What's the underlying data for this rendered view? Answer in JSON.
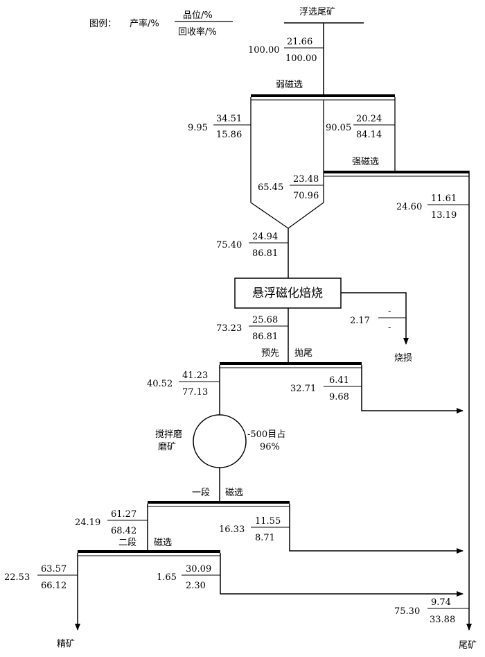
{
  "legend": {
    "prefix": "图例：",
    "yield": "产率/%",
    "grade": "品位/%",
    "recovery": "回收率/%"
  },
  "ops": {
    "feed": "浮选尾矿",
    "weak_mag": "弱磁选",
    "strong_mag": "强磁选",
    "roast": "悬浮磁化焙烧",
    "loss": "烧损",
    "pre_reject_1": "预先",
    "pre_reject_2": "抛尾",
    "grind_1": "搅拌磨",
    "grind_2": "磨矿",
    "fineness_1": "-500目占",
    "fineness_2": "96%",
    "stage1_a": "一段",
    "stage1_b": "磁选",
    "stage2_a": "二段",
    "stage2_b": "磁选",
    "concentrate": "精矿",
    "tailings": "尾矿"
  },
  "streams": {
    "feed": {
      "yield": "100.00",
      "grade": "21.66",
      "recovery": "100.00"
    },
    "weak_conc": {
      "yield": "9.95",
      "grade": "34.51",
      "recovery": "15.86"
    },
    "weak_tail": {
      "yield": "90.05",
      "grade": "20.24",
      "recovery": "84.14"
    },
    "strong_conc": {
      "yield": "65.45",
      "grade": "23.48",
      "recovery": "70.96"
    },
    "strong_tail": {
      "yield": "24.60",
      "grade": "11.61",
      "recovery": "13.19"
    },
    "combined": {
      "yield": "75.40",
      "grade": "24.94",
      "recovery": "86.81"
    },
    "roast_loss": {
      "yield": "2.17",
      "grade": "-",
      "recovery": "-"
    },
    "roast_prod": {
      "yield": "73.23",
      "grade": "25.68",
      "recovery": "86.81"
    },
    "pre_conc": {
      "yield": "40.52",
      "grade": "41.23",
      "recovery": "77.13"
    },
    "pre_tail": {
      "yield": "32.71",
      "grade": "6.41",
      "recovery": "9.68"
    },
    "s1_conc": {
      "yield": "24.19",
      "grade": "61.27",
      "recovery": "68.42"
    },
    "s1_tail": {
      "yield": "16.33",
      "grade": "11.55",
      "recovery": "8.71"
    },
    "s2_conc": {
      "yield": "22.53",
      "grade": "63.57",
      "recovery": "66.12"
    },
    "s2_tail": {
      "yield": "1.65",
      "grade": "30.09",
      "recovery": "2.30"
    },
    "final_tail": {
      "yield": "75.30",
      "grade": "9.74",
      "recovery": "33.88"
    }
  }
}
